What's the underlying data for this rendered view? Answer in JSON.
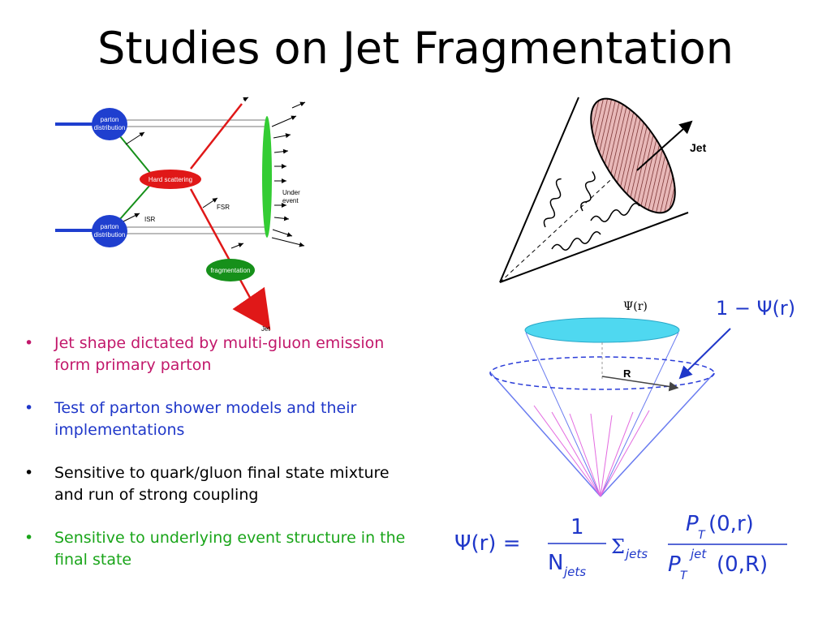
{
  "slide": {
    "title": "Studies on Jet Fragmentation"
  },
  "bullets": [
    {
      "text": "Jet shape dictated by multi-gluon emission form primary parton",
      "color": "#c2186b"
    },
    {
      "text": "Test of parton shower models and their implementations",
      "color": "#1f37c9"
    },
    {
      "text": "Sensitive to quark/gluon final state mixture and run of strong coupling",
      "color": "#000000"
    },
    {
      "text": "Sensitive to underlying event structure in the final state",
      "color": "#1aa51a"
    }
  ],
  "bullet_marker": "•",
  "event_diagram": {
    "parton_top": "parton distribution",
    "parton_top_l1": "parton",
    "parton_top_l2": "distribution",
    "parton_bottom_l1": "parton",
    "parton_bottom_l2": "distribution",
    "hard_scattering": "Hard scattering",
    "isr": "ISR",
    "fsr": "FSR",
    "under_l1": "Under",
    "under_l2": "event",
    "fragmentation": "fragmentation",
    "jet": "Jet"
  },
  "cone_diagram": {
    "jet_label": "Jet"
  },
  "jet_shape_diagram": {
    "psi_r": "Ψ(r)",
    "R": "R",
    "one_minus_psi": "1 − Ψ(r)"
  },
  "formula": {
    "lhs": "Ψ(r) =",
    "numerator_one": "1",
    "N": "N",
    "jets_sub": "jets",
    "sigma": "Σ",
    "sigma_sub": "jets",
    "P_num": "P",
    "T_sub_num": "T",
    "num_args": "(0,r)",
    "P_den": "P",
    "T_sub_den": "T",
    "jet_sup": "jet",
    "den_args": "(0,R)"
  },
  "colors": {
    "parton_blue": "#1f3fcf",
    "hard_scatter_red": "#e01818",
    "fragmentation_green": "#16901a",
    "under_event_green": "#33cc33",
    "disc_cyan": "#4fd8f0",
    "formula_blue": "#1f37c9"
  }
}
